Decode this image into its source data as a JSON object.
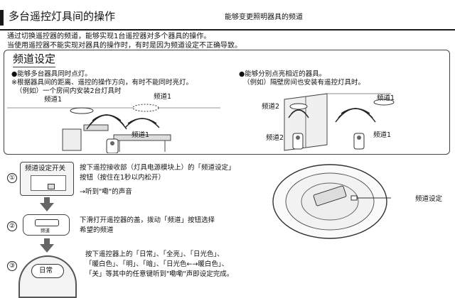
{
  "header": {
    "title": "多台遥控灯具间的操作",
    "subtitle": "能够变更照明器具的频道"
  },
  "intro": [
    "通过切换遥控器的频道，能够实现1台遥控器对多个器具的操作。",
    "当使用遥控器不能实现对器具的操作时，有时是因为频道设定不正确导致。"
  ],
  "panel": {
    "title": "频道设定",
    "left": {
      "bullet": "●能够多台器具同时点灯。",
      "note": "※根据器具间的距离、遥控的操作方向，有时不能同时亮灯。",
      "example": "（例如）一个房间内安装2台灯具时",
      "labels": [
        "频道1",
        "频道1",
        "频道1"
      ]
    },
    "right": {
      "bullet": "●能够分别点亮相近的器具。",
      "example": "（例如）隔壁房间也安装有遥控灯具时。",
      "labels": [
        "频道1",
        "频道2",
        "频道2",
        "频道1"
      ]
    }
  },
  "steps": [
    {
      "num": "①",
      "device_label": "频道设定开关",
      "lines": [
        "按下遥控接收部（灯具电源模块上）的「频道设定」",
        "按钮（按住在1秒以内松开）",
        "→听到\"嘞\"的声音"
      ]
    },
    {
      "num": "②",
      "device_label": "频道",
      "lines": [
        "下滑打开遥控器的盖，拨动「频道」按钮选择",
        "希望的频道"
      ]
    },
    {
      "num": "③",
      "device_label": "日常",
      "lines": [
        "按下遥控器上的「日常」、「全亮」、「日光色」、",
        "「暖白色」、「明」、「暗」、「日光色←→暖白色」、",
        "「关」等其中的任意键听到\"嘞嘞\"声即设定完成。"
      ]
    }
  ],
  "fixture_label": "频道设定"
}
